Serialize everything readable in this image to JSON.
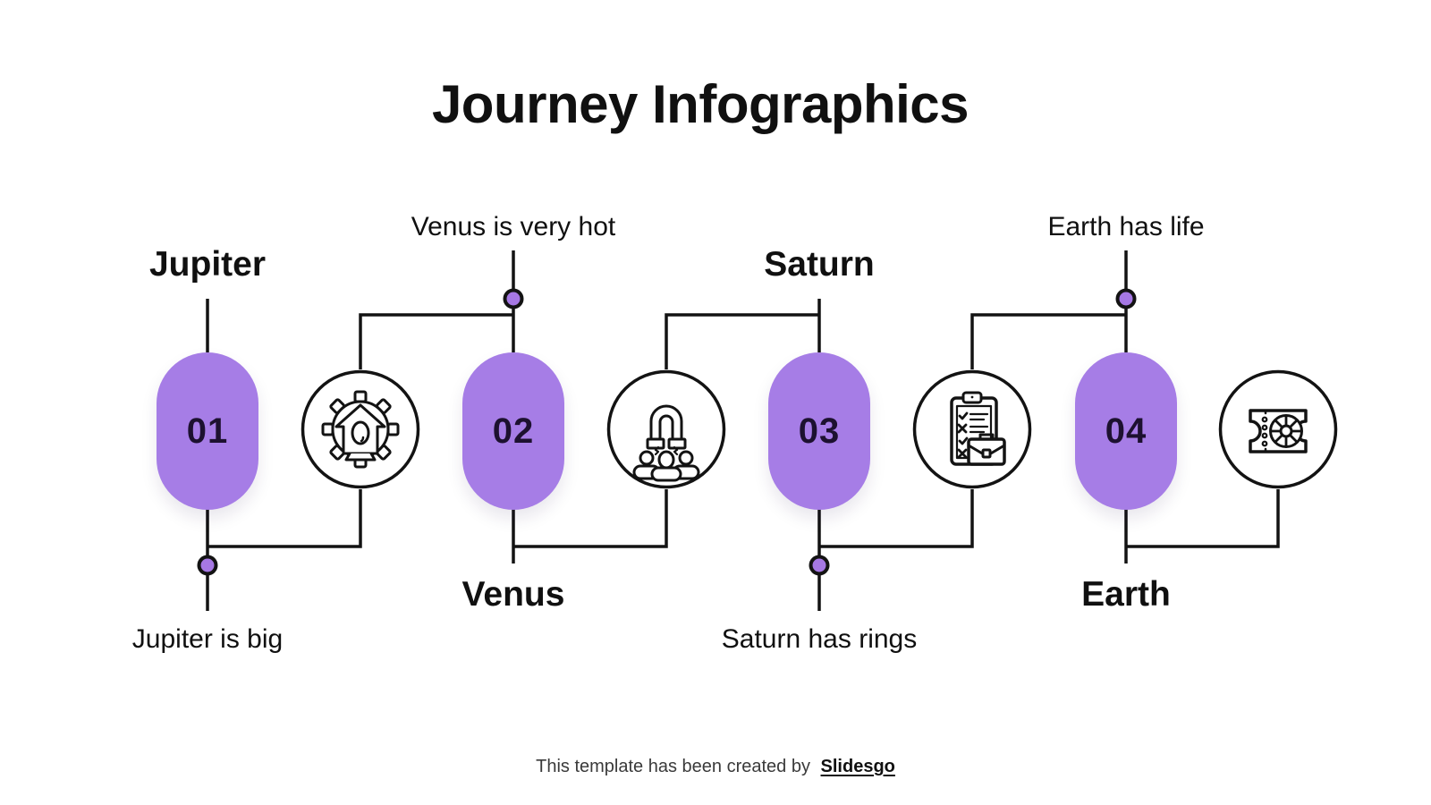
{
  "title": "Journey Infographics",
  "steps": [
    {
      "number": "01",
      "name": "Jupiter",
      "description": "Jupiter is big",
      "label_position": "above",
      "description_position": "below",
      "icon": "gear-house-icon"
    },
    {
      "number": "02",
      "name": "Venus",
      "description": "Venus is very hot",
      "label_position": "below",
      "description_position": "above",
      "icon": "magnet-team-icon"
    },
    {
      "number": "03",
      "name": "Saturn",
      "description": "Saturn has rings",
      "label_position": "above",
      "description_position": "below",
      "icon": "checklist-briefcase-icon"
    },
    {
      "number": "04",
      "name": "Earth",
      "description": "Earth has life",
      "label_position": "below",
      "description_position": "above",
      "icon": "ticket-icon"
    }
  ],
  "footer": {
    "text": "This template has been created by",
    "brand": "Slidesgo"
  },
  "colors": {
    "accent": "#a67de6",
    "dot": "#a678e4",
    "line": "#131313",
    "ink": "#101010",
    "number": "#1d1130",
    "muted": "#3a3a3a"
  }
}
